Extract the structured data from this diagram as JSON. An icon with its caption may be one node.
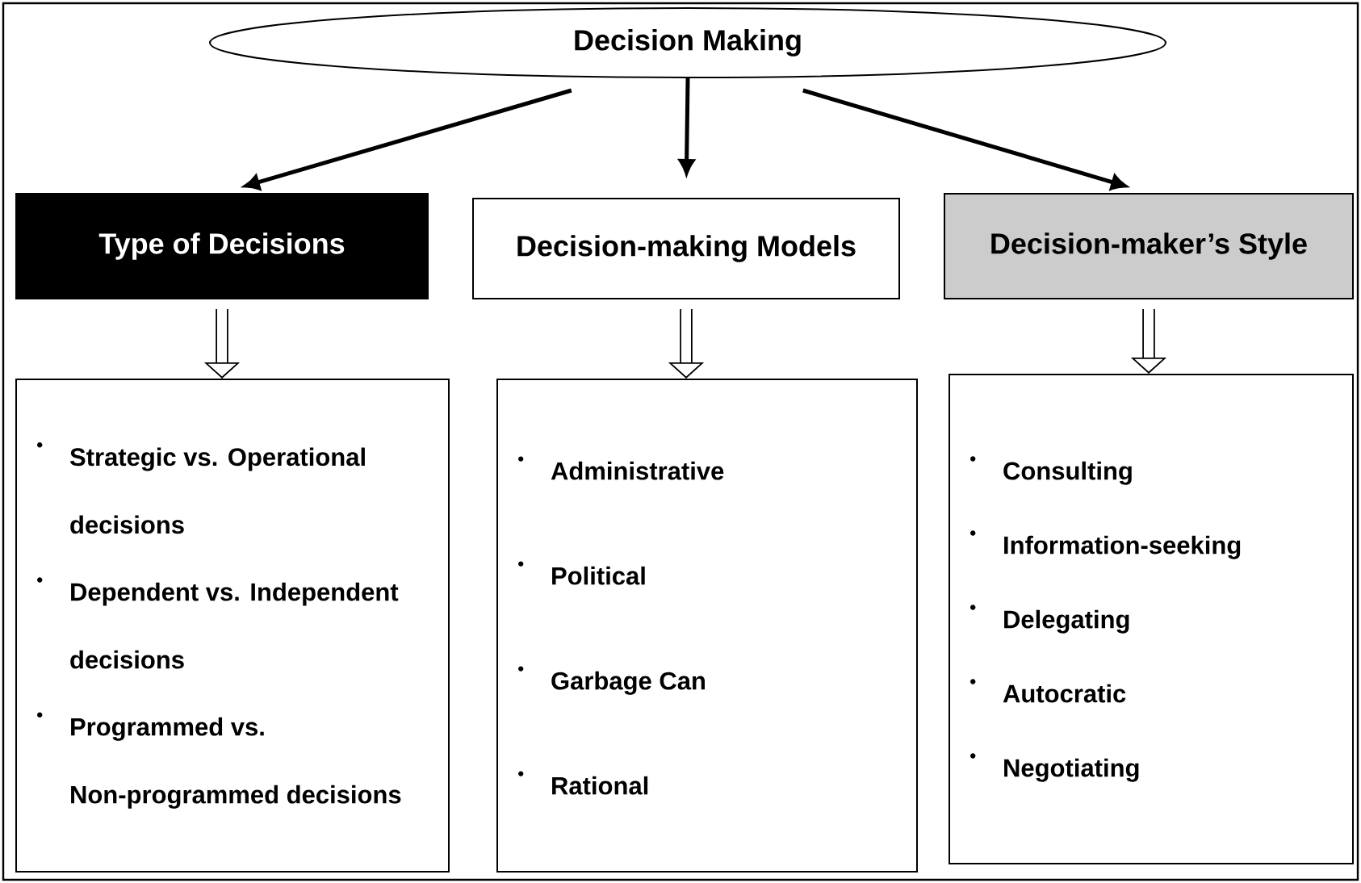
{
  "diagram": {
    "nodes": [
      {
        "text": [
          "Decision Making"
        ]
      },
      {
        "text": [
          "Type of Decisions"
        ]
      },
      {
        "text": [
          "Decision-making Models"
        ]
      },
      {
        "text": [
          "Decision-maker’s Style"
        ]
      },
      {
        "text": [
          "Strategic vs. Operational decisions",
          "Dependent vs. Independent decisions",
          "Programmed vs. Non-programmed decisions"
        ]
      },
      {
        "text": [
          "Administrative",
          "Political",
          "Garbage Can",
          "Rational"
        ]
      },
      {
        "text": [
          "Consulting",
          "Information-seeking",
          "Delegating",
          "Autocratic",
          "Negotiating"
        ]
      }
    ],
    "edges": [
      {
        "from": 0,
        "to": 1,
        "arrow": "to"
      },
      {
        "from": 0,
        "to": 2,
        "arrow": "to"
      },
      {
        "from": 0,
        "to": 3,
        "arrow": "to"
      },
      {
        "from": 1,
        "to": 4,
        "arrow": "to",
        "style": "thick"
      },
      {
        "from": 2,
        "to": 5,
        "arrow": "to",
        "style": "thick"
      },
      {
        "from": 3,
        "to": 6,
        "arrow": "to",
        "style": "thick"
      }
    ]
  }
}
